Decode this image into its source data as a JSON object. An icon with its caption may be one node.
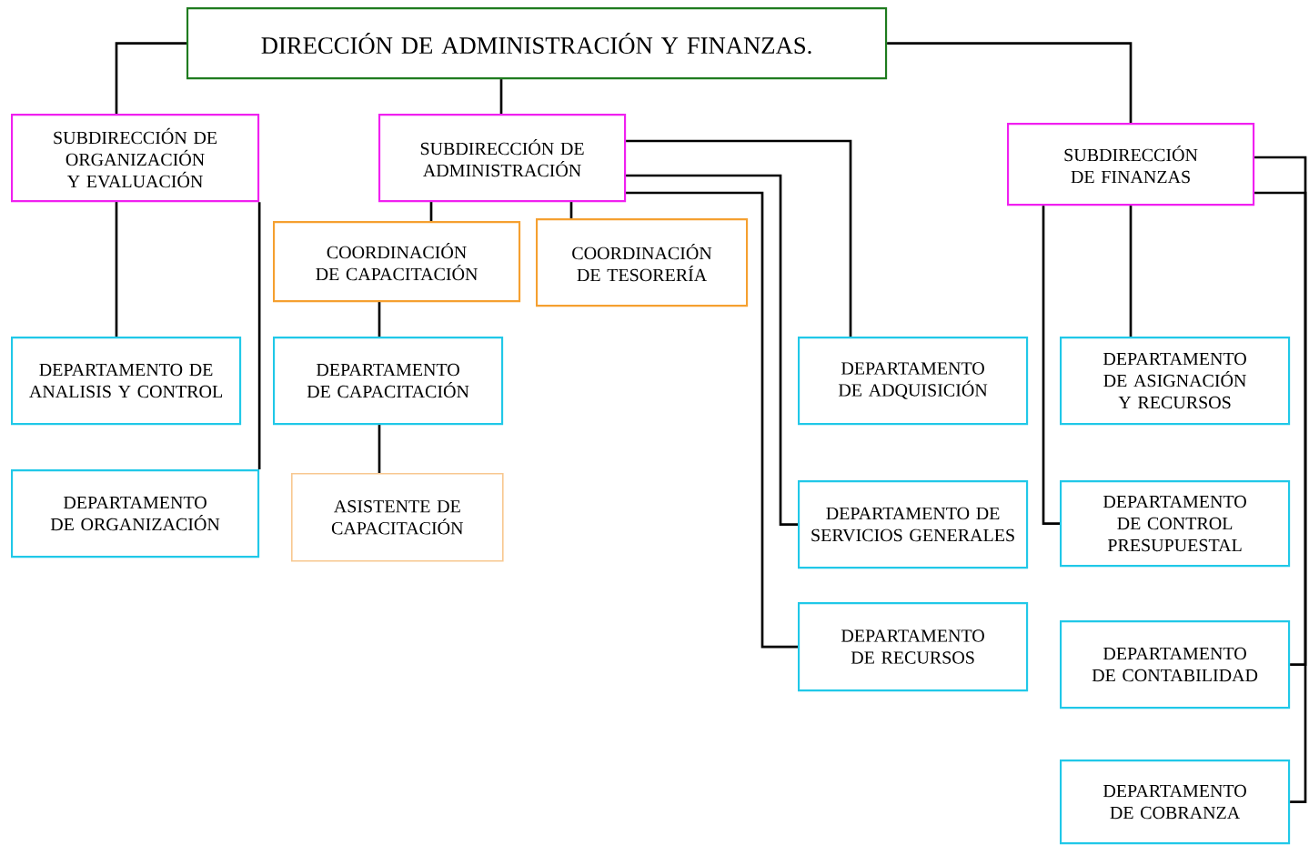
{
  "diagram": {
    "nodes": [
      {
        "text": [
          "DIRECCIÓN DE ADMINISTRACIÓN Y FINANZAS."
        ]
      },
      {
        "text": [
          "SUBDIRECCIÓN DE ORGANIZACIÓN Y EVALUACIÓN"
        ]
      },
      {
        "text": [
          "SUBDIRECCIÓN DE ADMINISTRACIÓN"
        ]
      },
      {
        "text": [
          "SUBDIRECCIÓN DE FINANZAS"
        ]
      },
      {
        "text": [
          "COORDINACIÓN DE CAPACITACIÓN"
        ]
      },
      {
        "text": [
          "COORDINACIÓN DE TESORERÍA"
        ]
      },
      {
        "text": [
          "DEPARTAMENTO DE ANALISIS Y CONTROL"
        ]
      },
      {
        "text": [
          "DEPARTAMENTO DE CAPACITACIÓN"
        ]
      },
      {
        "text": [
          "DEPARTAMENTO DE ADQUISICIÓN"
        ]
      },
      {
        "text": [
          "DEPARTAMENTO DE ASIGNACIÓN Y RECURSOS"
        ]
      },
      {
        "text": [
          "DEPARTAMENTO DE ORGANIZACIÓN"
        ]
      },
      {
        "text": [
          "ASISTENTE DE CAPACITACIÓN"
        ]
      },
      {
        "text": [
          "DEPARTAMENTO DE SERVICIOS GENERALES"
        ]
      },
      {
        "text": [
          "DEPARTAMENTO DE CONTROL PRESUPUESTAL"
        ]
      },
      {
        "text": [
          "DEPARTAMENTO DE RECURSOS"
        ]
      },
      {
        "text": [
          "DEPARTAMENTO DE CONTABILIDAD"
        ]
      },
      {
        "text": [
          "DEPARTAMENTO DE COBRANZA"
        ]
      }
    ],
    "edges": [
      {
        "from": 0,
        "to": 1,
        "arrow": "none"
      },
      {
        "from": 0,
        "to": 2,
        "arrow": "none"
      },
      {
        "from": 0,
        "to": 3,
        "arrow": "none"
      },
      {
        "from": 1,
        "to": 6,
        "arrow": "none"
      },
      {
        "from": 1,
        "to": 10,
        "arrow": "none"
      },
      {
        "from": 2,
        "to": 4,
        "arrow": "none"
      },
      {
        "from": 2,
        "to": 5,
        "arrow": "none"
      },
      {
        "from": 2,
        "to": 8,
        "arrow": "none"
      },
      {
        "from": 2,
        "to": 12,
        "arrow": "none"
      },
      {
        "from": 2,
        "to": 14,
        "arrow": "none"
      },
      {
        "from": 4,
        "to": 7,
        "arrow": "none"
      },
      {
        "from": 7,
        "to": 11,
        "arrow": "none"
      },
      {
        "from": 3,
        "to": 9,
        "arrow": "none"
      },
      {
        "from": 3,
        "to": 13,
        "arrow": "none"
      },
      {
        "from": 3,
        "to": 15,
        "arrow": "none"
      },
      {
        "from": 3,
        "to": 16,
        "arrow": "none"
      }
    ]
  }
}
